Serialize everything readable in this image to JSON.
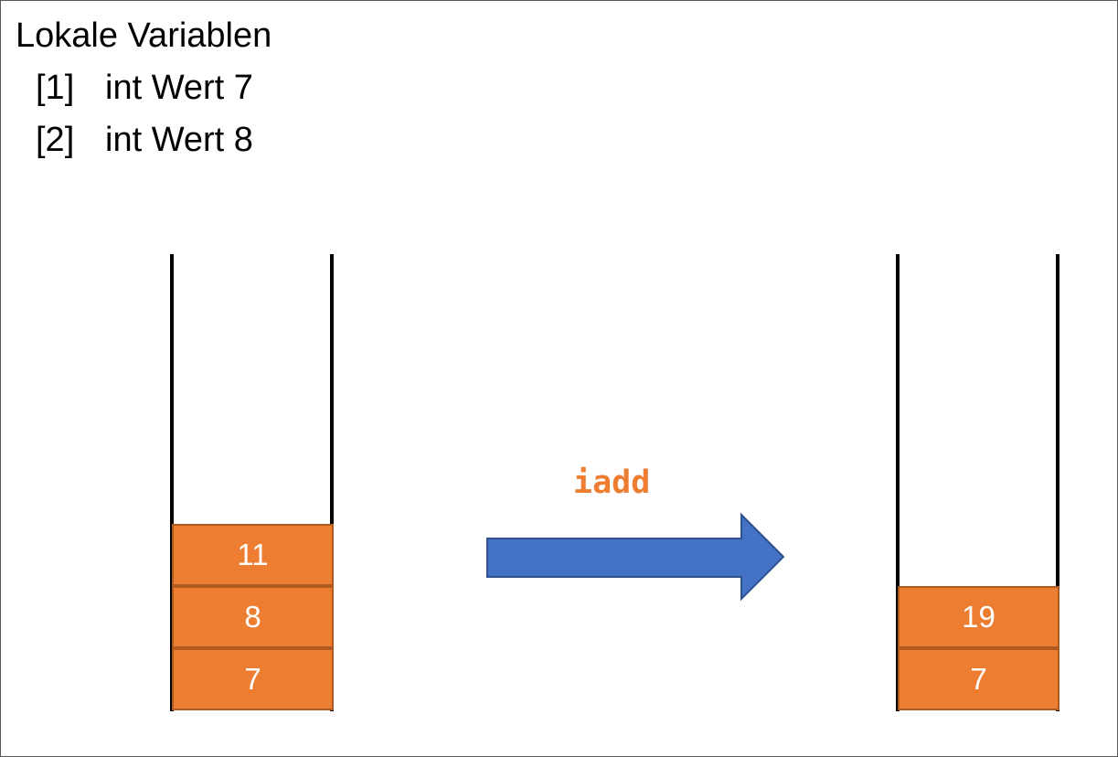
{
  "locals": {
    "title": "Lokale Variablen",
    "entries": [
      {
        "index": "[1]",
        "text": "int Wert 7"
      },
      {
        "index": "[2]",
        "text": "int Wert 8"
      }
    ]
  },
  "operation": {
    "label": "iadd"
  },
  "stack_before": {
    "cells": [
      "11",
      "8",
      "7"
    ]
  },
  "stack_after": {
    "cells": [
      "19",
      "7"
    ]
  },
  "colors": {
    "stack_fill": "#ED7D31",
    "stack_border": "#AE5A21",
    "arrow_fill": "#4472C4",
    "arrow_border": "#2F528F",
    "operation_text": "#ED7D31"
  }
}
